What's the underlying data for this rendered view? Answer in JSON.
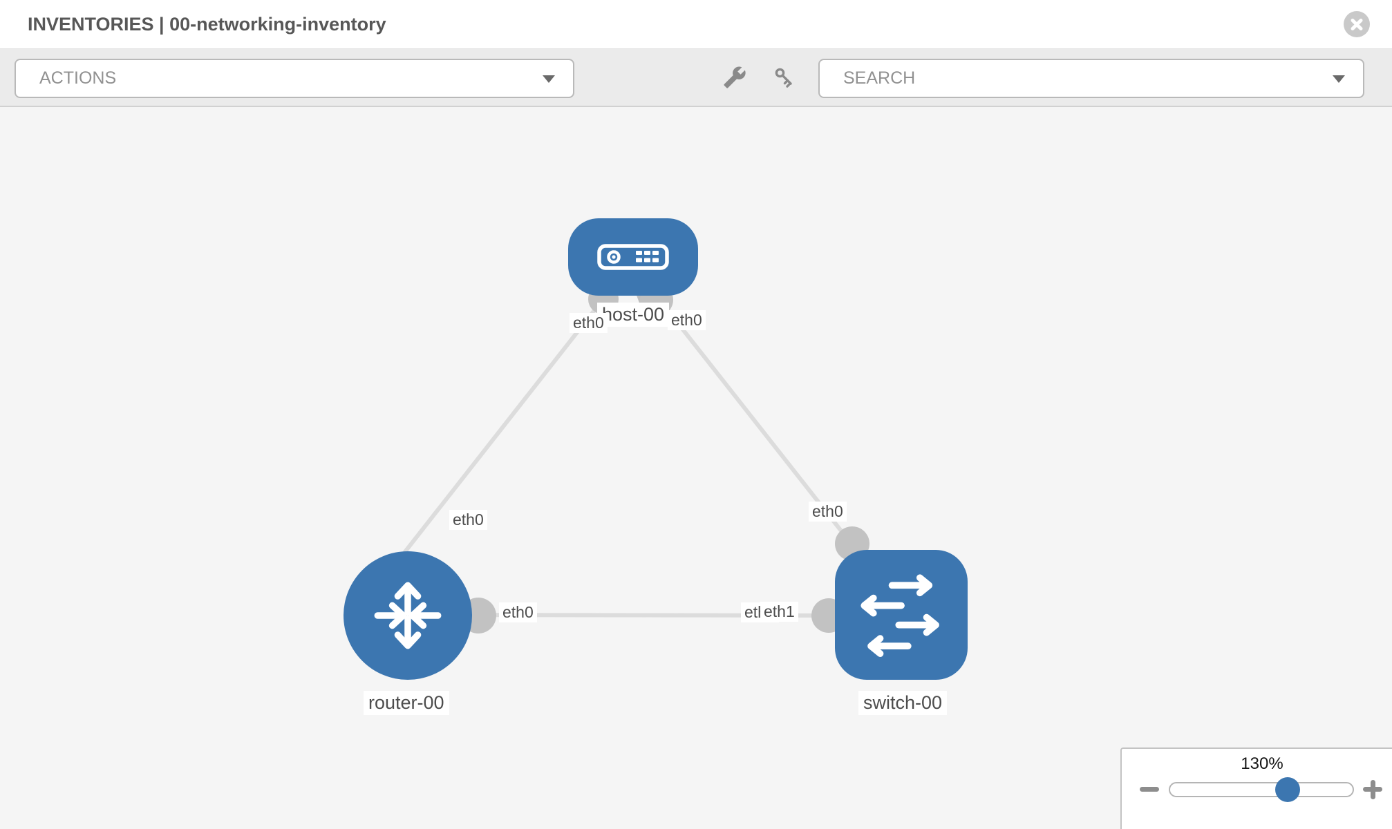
{
  "header": {
    "title": "INVENTORIES | 00-networking-inventory",
    "close_icon": "x-circle-icon"
  },
  "toolbar": {
    "actions_label": "ACTIONS",
    "search_label": "SEARCH",
    "icons": [
      "wrench-icon",
      "key-icon",
      "caret-down-icon"
    ]
  },
  "topology": {
    "nodes": [
      {
        "id": "host-00",
        "type": "host",
        "label": "host-00"
      },
      {
        "id": "router-00",
        "type": "router",
        "label": "router-00"
      },
      {
        "id": "switch-00",
        "type": "switch",
        "label": "switch-00"
      }
    ],
    "links": [
      {
        "from": "host-00",
        "to": "router-00",
        "from_label": "eth0",
        "to_label": "eth0"
      },
      {
        "from": "host-00",
        "to": "switch-00",
        "from_label": "eth0",
        "to_label": "eth0"
      },
      {
        "from": "router-00",
        "to": "switch-00",
        "from_label": "eth0",
        "to_label": "eth1",
        "to_label_hidden": "eth0"
      }
    ],
    "colors": {
      "node_blue": "#3c76b0",
      "link_gray": "#dcdcdc",
      "bubble_gray": "#c2c2c2",
      "canvas_bg": "#f5f5f5"
    }
  },
  "zoom_control": {
    "level": "130%",
    "minus_icon": "minus-icon",
    "plus_icon": "plus-icon"
  }
}
